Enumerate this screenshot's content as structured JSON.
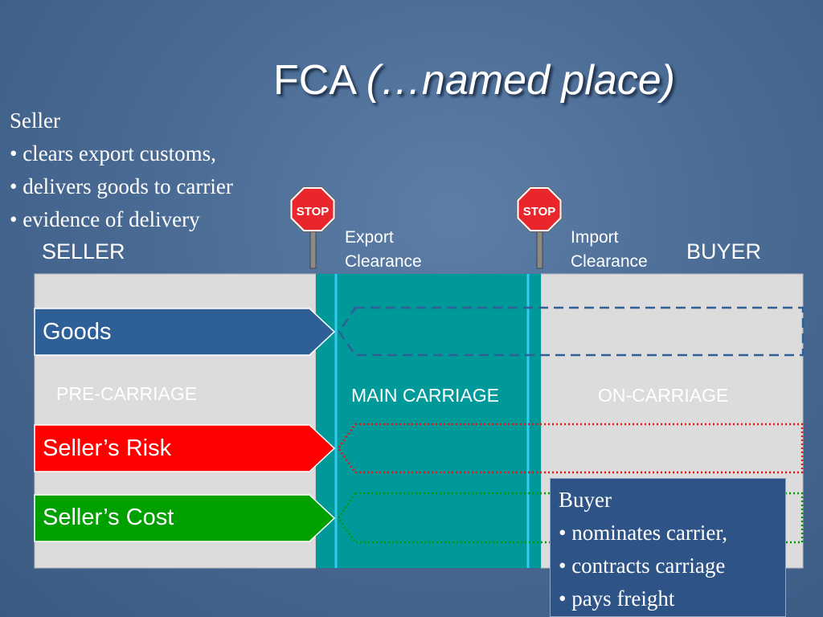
{
  "title": {
    "main": "FCA",
    "sub": "(…named place)"
  },
  "seller_note": {
    "heading": "Seller",
    "items": [
      "• clears export customs,",
      "• delivers goods to carrier",
      "• evidence of delivery"
    ]
  },
  "parties": {
    "seller": "SELLER",
    "buyer": "BUYER"
  },
  "stops": [
    {
      "sign": "STOP",
      "caption_line1": "Export",
      "caption_line2": "Clearance"
    },
    {
      "sign": "STOP",
      "caption_line1": "Import",
      "caption_line2": "Clearance"
    }
  ],
  "zones": {
    "pre": "PRE-CARRIAGE",
    "main": "MAIN CARRIAGE",
    "on": "ON-CARRIAGE"
  },
  "rows": [
    {
      "label": "Goods",
      "color": "#2e5f96"
    },
    {
      "label": "Seller’s Risk",
      "color": "#ff0000"
    },
    {
      "label": "Seller’s Cost",
      "color": "#00a000"
    }
  ],
  "buyer_note": {
    "heading": "Buyer",
    "items": [
      "• nominates carrier,",
      "• contracts carriage",
      "• pays freight"
    ]
  },
  "colors": {
    "zone_light": "#dcdcdc",
    "zone_main": "#009999",
    "stop_red": "#e8262c"
  }
}
